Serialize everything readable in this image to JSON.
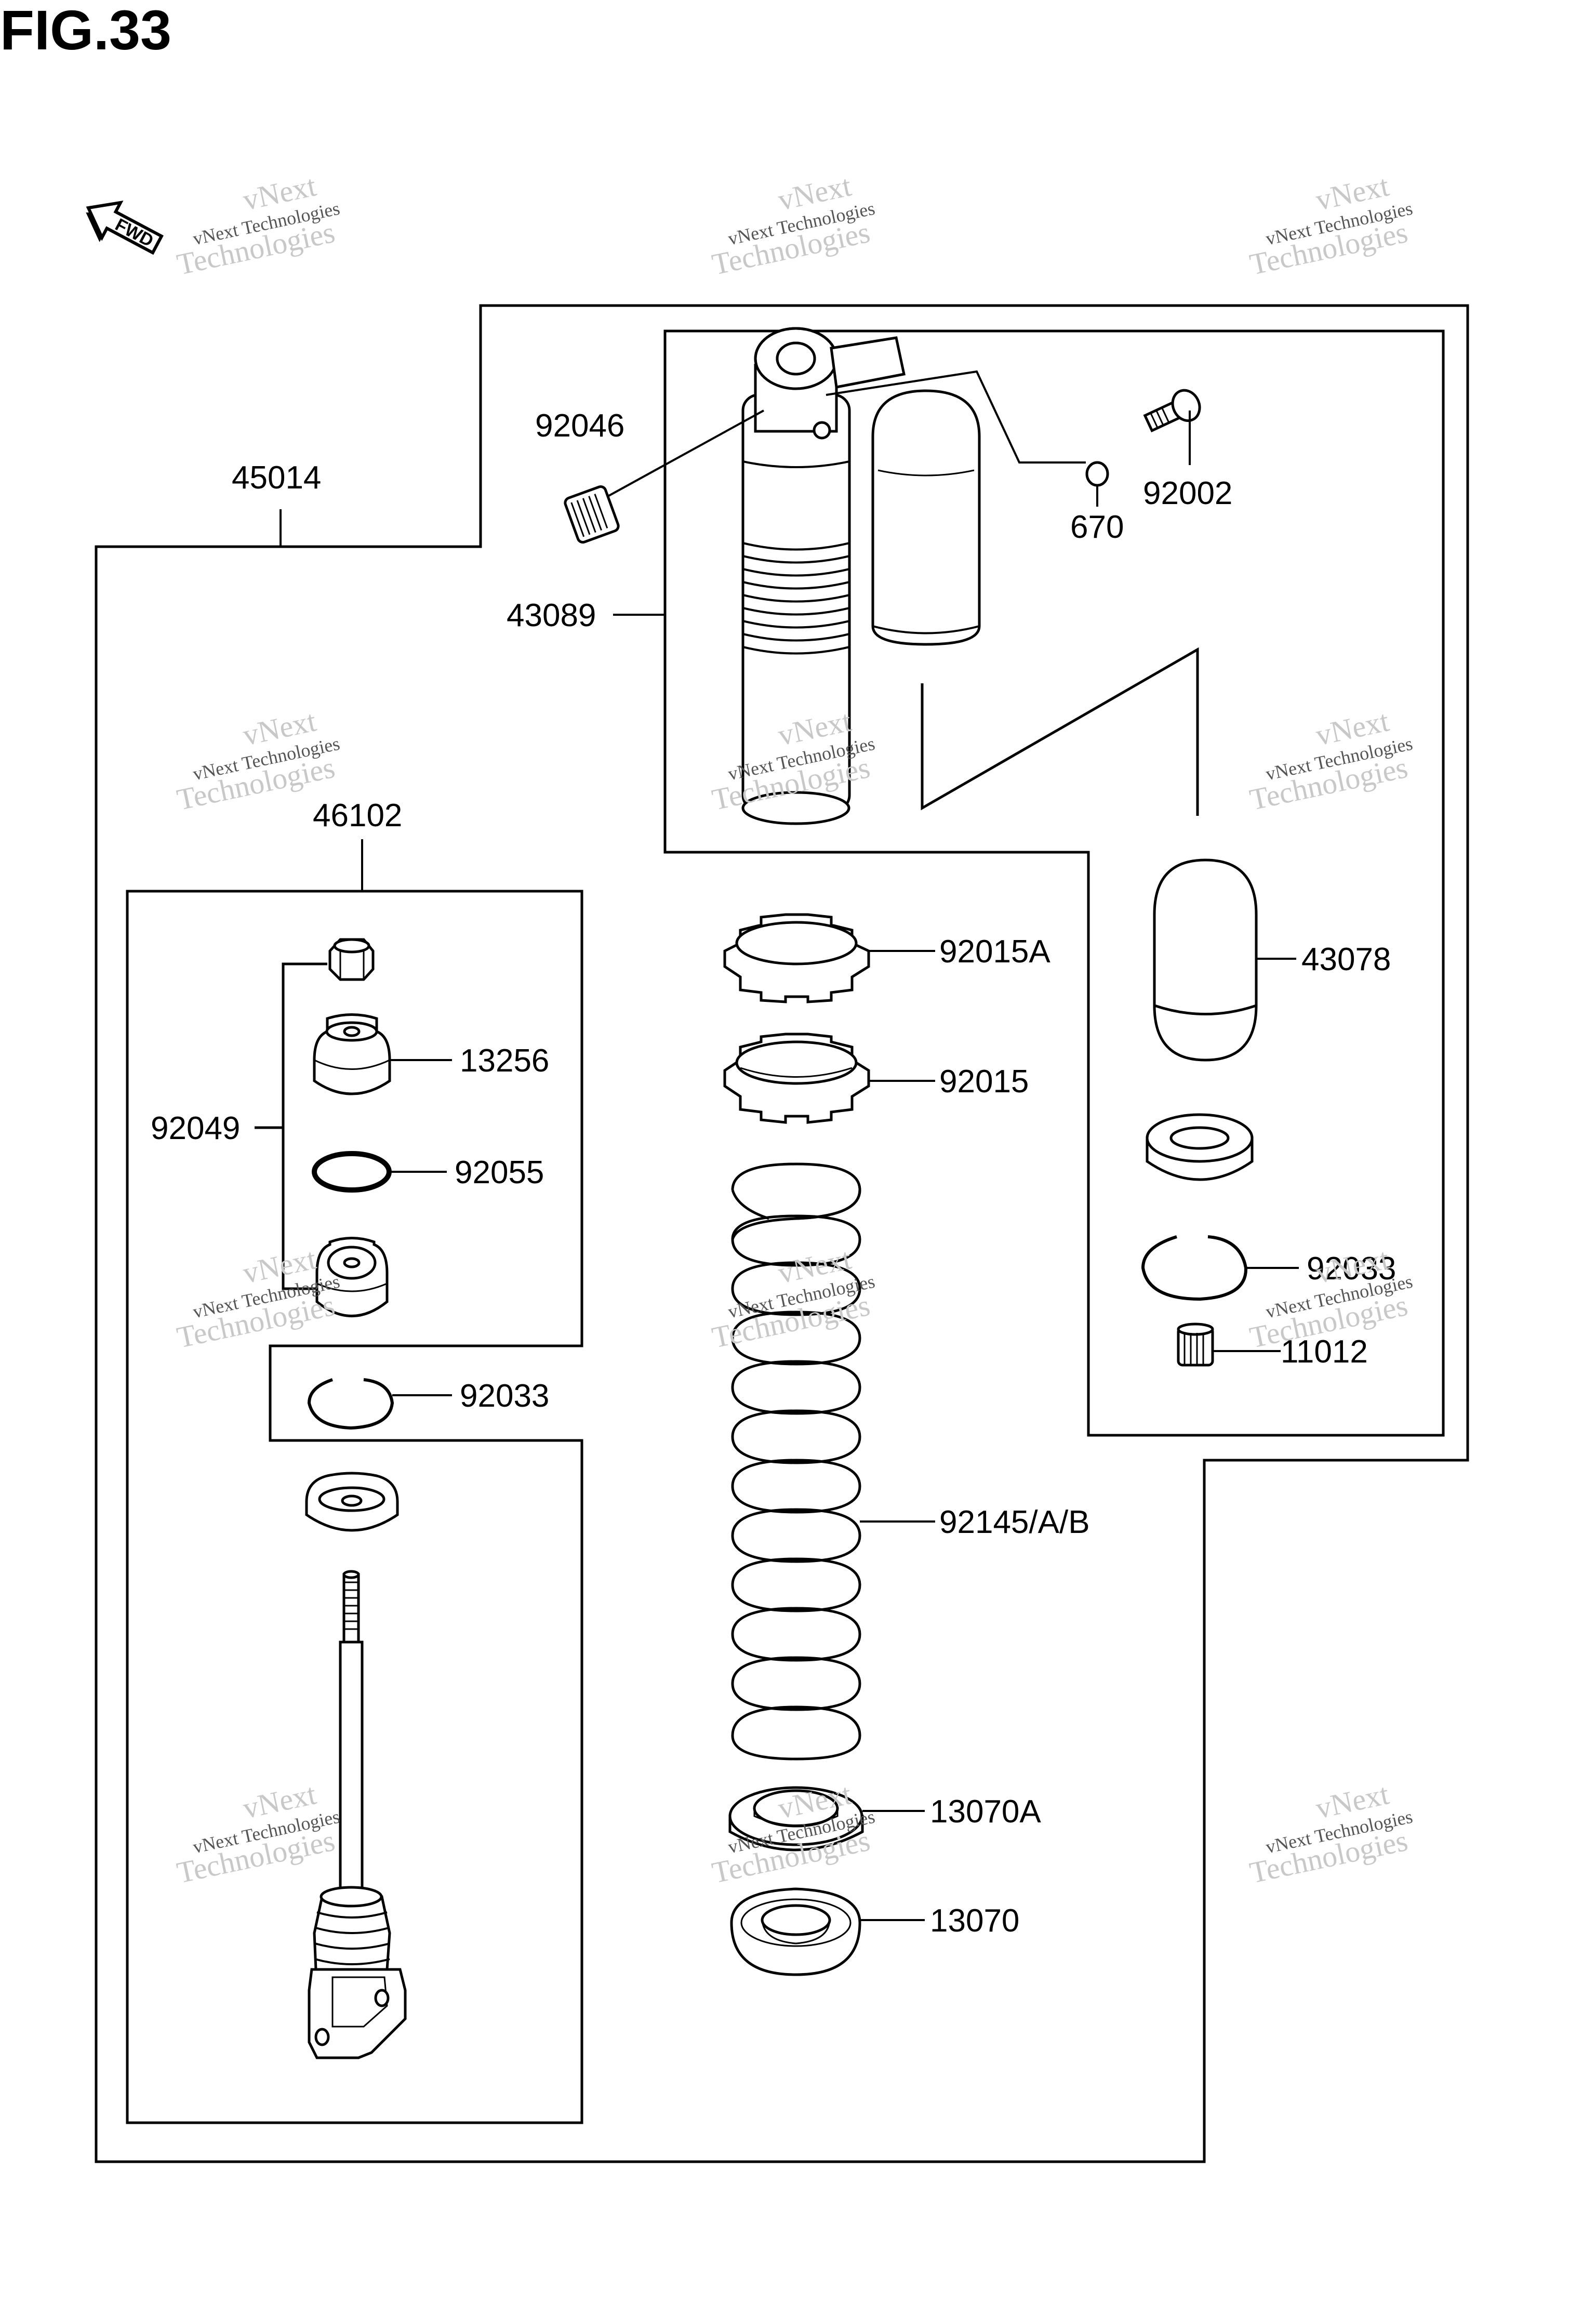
{
  "figure": {
    "title": "FIG.33",
    "fwd_label": "FWD"
  },
  "watermark": {
    "line1": "vNext",
    "line2": "vNext Technologies",
    "line3": "Technologies"
  },
  "parts": {
    "p45014": "45014",
    "p92046": "92046",
    "p670": "670",
    "p92002": "92002",
    "p43089": "43089",
    "p46102": "46102",
    "p92015A": "92015A",
    "p43078": "43078",
    "p13256": "13256",
    "p92049": "92049",
    "p92015": "92015",
    "p92055": "92055",
    "p92033a": "92033",
    "p11012": "11012",
    "p92033b": "92033",
    "p92145": "92145/A/B",
    "p13070A": "13070A",
    "p13070": "13070"
  },
  "colors": {
    "line": "#000000",
    "watermark": "#b8b8b8",
    "background": "#ffffff"
  }
}
